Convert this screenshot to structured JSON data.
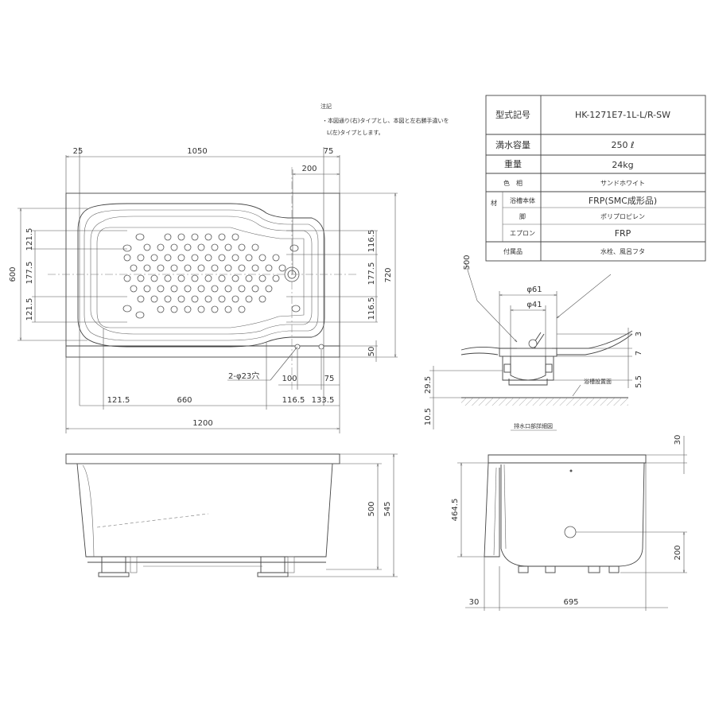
{
  "notes": {
    "title": "注記",
    "line1": "・本図通り(右)タイプとし、本図と左右勝手違いを",
    "line2": "L(左)タイプとします。"
  },
  "spec_table": {
    "rows": [
      {
        "group": "",
        "label": "型式記号",
        "value": "HK-1271E7-1L-L/R-SW"
      },
      {
        "group": "",
        "label": "満水容量",
        "value": "250 ℓ"
      },
      {
        "group": "",
        "label": "重量",
        "value": "24kg"
      },
      {
        "group": "",
        "label": "色　相",
        "value": "サンドホワイト"
      },
      {
        "group": "材",
        "label": "浴槽本体",
        "value": "FRP(SMC成形品)"
      },
      {
        "group": "",
        "label": "脚",
        "value": "ポリプロピレン"
      },
      {
        "group": "",
        "label": "エプロン",
        "value": "FRP"
      },
      {
        "group": "",
        "label": "付属品",
        "value": "水栓、風呂フタ"
      }
    ]
  },
  "plan_view": {
    "dim_top_25": "25",
    "dim_top_1050": "1050",
    "dim_top_75": "75",
    "dim_top_200": "200",
    "dim_left_600": "600",
    "dim_left_121_5_a": "121.5",
    "dim_left_177_5": "177.5",
    "dim_left_121_5_b": "121.5",
    "dim_right_116_5_a": "116.5",
    "dim_right_177_5": "177.5",
    "dim_right_116_5_b": "116.5",
    "dim_right_720": "720",
    "dim_right_50": "50",
    "holes_label": "2-φ23穴",
    "dim_100": "100",
    "dim_75_b": "75",
    "dim_bot_121_5": "121.5",
    "dim_bot_660": "660",
    "dim_bot_116_5": "116.5",
    "dim_bot_133_5": "133.5",
    "dim_bot_1200": "1200"
  },
  "drain_detail": {
    "dim_500": "500",
    "dim_phi61": "φ61",
    "dim_phi41": "φ41",
    "dim_3": "3",
    "dim_7": "7",
    "dim_29_5": "29.5",
    "dim_5_5": "5.5",
    "dim_10_5": "10.5",
    "floor_label": "浴槽設置面",
    "caption": "排水口部詳細図"
  },
  "front_view": {
    "dim_500": "500",
    "dim_545": "545"
  },
  "side_view": {
    "dim_30_top": "30",
    "dim_464_5": "464.5",
    "dim_200": "200",
    "dim_30_left": "30",
    "dim_695": "695"
  }
}
